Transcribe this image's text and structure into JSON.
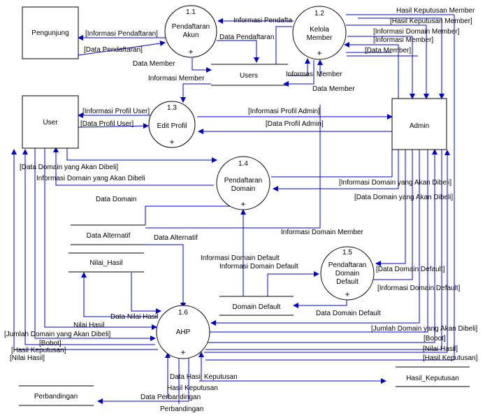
{
  "entities": {
    "pengunjung": "Pengunjung",
    "user": "User",
    "admin": "Admin"
  },
  "processes": [
    {
      "num": "1.1",
      "lines": [
        "Pendaftaran",
        "Akun"
      ],
      "plus": "+"
    },
    {
      "num": "1.2",
      "lines": [
        "Kelola",
        "Member"
      ],
      "plus": "+"
    },
    {
      "num": "1.3",
      "lines": [
        "Edit Profil"
      ],
      "plus": "+"
    },
    {
      "num": "1.4",
      "lines": [
        "Pendaftaran",
        "Domain"
      ],
      "plus": "+"
    },
    {
      "num": "1.5",
      "lines": [
        "Pendaftaran",
        "Domain",
        "Default"
      ],
      "plus": "+"
    },
    {
      "num": "1.6",
      "lines": [
        "AHP"
      ],
      "plus": "+"
    }
  ],
  "stores": {
    "users": "Users",
    "data_alternatif": "Data Alternatif",
    "nilai_hasil": "Nilai_Hasil",
    "domain_default": "Domain Default",
    "hasil_keputusan": "Hasil_Keputusan",
    "perbandingan": "Perbandingan"
  },
  "flows": {
    "informasi_pendaftaran": "[Informasi Pendaftaran]",
    "data_pendaftaran_b": "[Data Pendaftaran]",
    "informasi_pendafta": "Informasi Pendafta",
    "data_pendaftaran": "Data Pendaftaran",
    "data_member_1": "Data Member",
    "informasi_member_1": "Informasi Member",
    "informasi_member_2": "Informasi Member",
    "data_member_2": "Data Member",
    "hasil_keputusan_member": "Hasil Keputusan Member",
    "hasil_keputusan_member_b": "[Hasil Keputusan Member]",
    "informasi_domain_member_b": "[Informasi Domain Member]",
    "informasi_member_b": "[Informasi Member]",
    "data_member_b": "[Data Member]",
    "informasi_profil_user": "[Informasi Profil User]",
    "data_profil_user": "[Data Profil User]",
    "informasi_profil_admin": "[Informasi Profil Admin]",
    "data_profil_admin": "[Data Profil Admin]",
    "data_domain_dibeli_b": "[Data Domain yang Akan Dibeli]",
    "informasi_domain_dibeli": "Informasi Domain yang Akan Dibeli",
    "informasi_domain_dibeli_b": "[Informasi Domain yang Akan Dibeli]",
    "data_domain_dibeli_b2": "[Data Domain yang Akan Dibeli]",
    "data_domain": "Data Domain",
    "data_alternatif": "Data Alternatif",
    "informasi_domain_member": "Informasi Domain Member",
    "informasi_domain_default_1": "Informasi Domain Default",
    "informasi_domain_default_2": "Informasi Domain Default",
    "data_domain_default_b": "[Data Domain Default]",
    "informasi_domain_default_b": "[Informasi Domain Default]",
    "data_domain_default": "Data Domain Default",
    "data_nilai_hasil": "Data Nilai Hasil",
    "nilai_hasil": "Nilai Hasil",
    "jumlah_domain_b": "[Jumlah Domain yang Akan Dibeli]",
    "bobot_b": "[Bobot]",
    "hasil_keputusan_b": "[Hasil Keputusan]",
    "nilai_hasil_b": "[Nilai Hasil]",
    "jumlah_domain_b2": "[Jumlah Domain yang Akan Dibeli]",
    "bobot_b2": "[Bobot]",
    "nilai_hasil_b2": "[Nilai Hasil]",
    "hasil_keputusan_b2": "[Hasil Keputusan]",
    "data_hasil_keputusan": "Data Hasil Keputusan",
    "hasil_keputusan": "Hasil Keputusan",
    "data_perbandingan": "Data Perbandingan",
    "perbandingan": "Perbandingan"
  },
  "colors": {
    "flow": "#0000cc",
    "outline": "#000000"
  }
}
